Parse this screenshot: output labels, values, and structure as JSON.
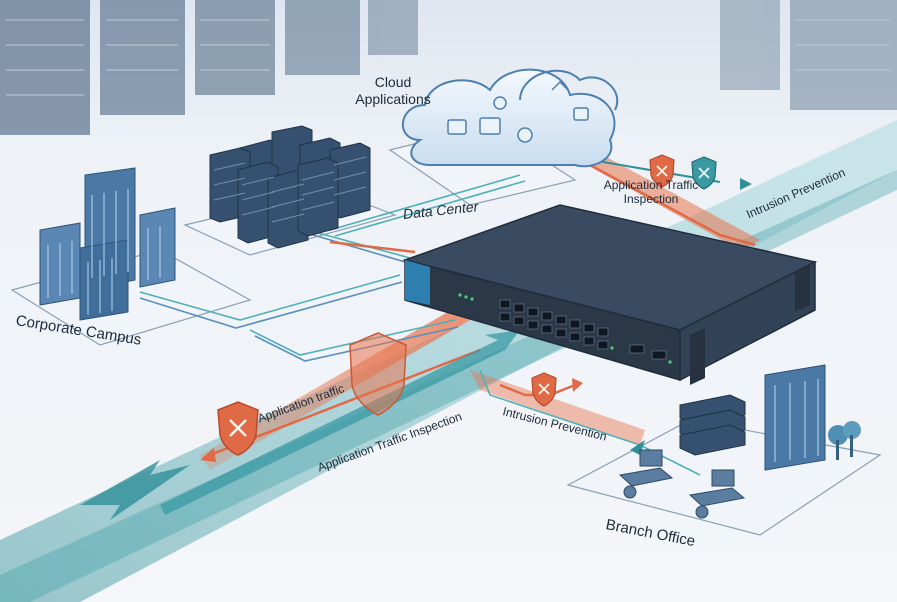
{
  "labels": {
    "cloud_line1": "Cloud",
    "cloud_line2": "Applications",
    "data_center": "Data Center",
    "corporate_campus": "Corporate Campus",
    "branch_office": "Branch Office",
    "app_traffic_inspection_top_line1": "Application Traffic",
    "app_traffic_inspection_top_line2": "Inspection",
    "intrusion_prevention_top": "Intrusion Prevention",
    "application_traffic": "Application traffic",
    "application_traffic_inspection_left": "Application Traffic Inspection",
    "intrusion_prevention_bottom": "Intrusion Prevention"
  },
  "colors": {
    "teal_flow": "#4fb0b8",
    "orange_flow": "#e8744f",
    "shield_orange": "#e06a46",
    "switch_body": "#2f3e52",
    "server_blue": "#3b5a7c",
    "building_blue": "#4a79a6",
    "cloud_fill": "#dbe9f6",
    "background": "#eef2f7"
  }
}
